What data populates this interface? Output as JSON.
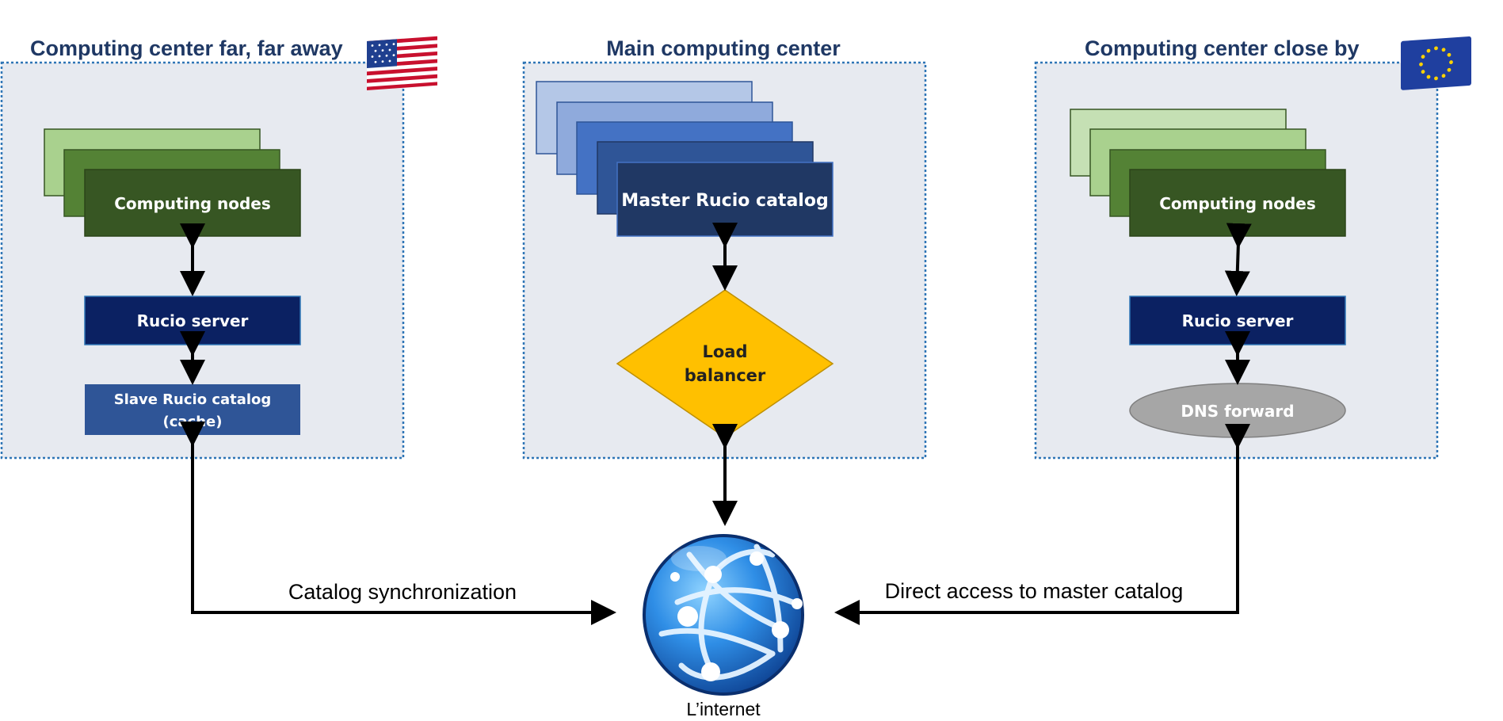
{
  "regions": {
    "far": {
      "title": "Computing center far, far away",
      "flag": "us-flag-icon",
      "nodes_label": "Computing nodes",
      "server_label": "Rucio server",
      "catalog_line1": "Slave Rucio catalog",
      "catalog_line2": "(cache)"
    },
    "main": {
      "title": "Main computing center",
      "catalog_label": "Master Rucio catalog",
      "lb_line1": "Load",
      "lb_line2": "balancer"
    },
    "close": {
      "title": "Computing center close by",
      "flag": "eu-flag-icon",
      "nodes_label": "Computing nodes",
      "server_label": "Rucio server",
      "dns_label": "DNS forward"
    }
  },
  "connections": {
    "sync_label": "Catalog synchronization",
    "direct_label": "Direct access to master catalog"
  },
  "internet": {
    "label": "L’internet",
    "icon": "globe-icon"
  },
  "colors": {
    "panel_fill": "#e7eaf0",
    "panel_border": "#2e75b6",
    "title": "#1f3864",
    "green_light": "#a9d18e",
    "green_mid": "#548235",
    "green_dark": "#375623",
    "navy": "#0b2162",
    "blue_mid": "#2f5597",
    "master": "#203864",
    "load_balancer": "#ffc000",
    "dns": "#a6a6a6"
  }
}
